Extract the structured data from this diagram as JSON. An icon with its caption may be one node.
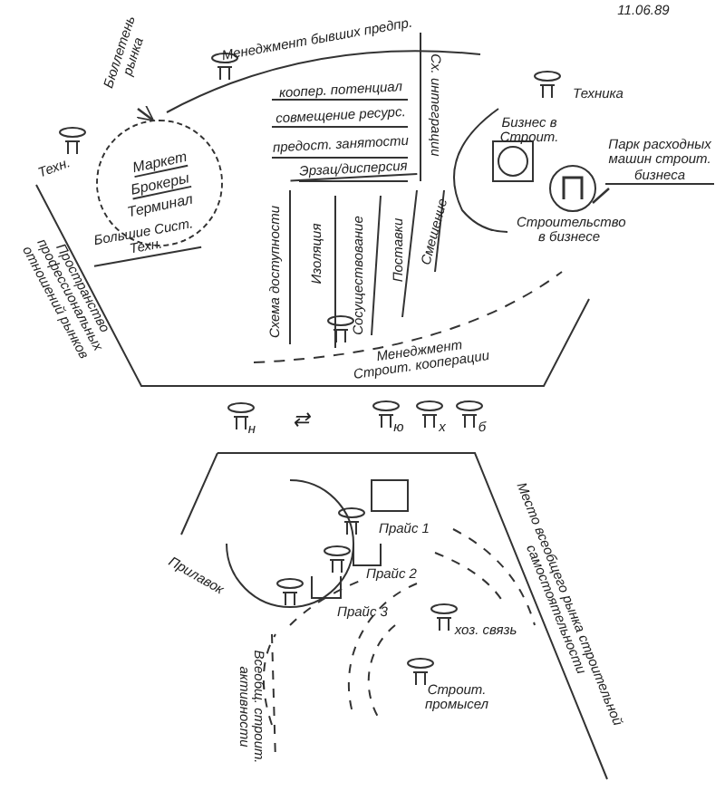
{
  "diagram": {
    "nodes": [
      {
        "text": [
          "Маркет",
          "Брокеры",
          "Терминал"
        ]
      },
      {
        "text": [
          "Бюллетень рынка"
        ]
      },
      {
        "text": [
          "Строительство в бизнесе"
        ]
      },
      {
        "text": [
          "Парк расходных машин строит. бизнеса"
        ]
      }
    ],
    "edges": [
      {
        "from": 1,
        "to": 0,
        "arrow": "to"
      },
      {
        "from": 3,
        "to": 2,
        "arrow": "none"
      }
    ],
    "labels": [
      "11.06.89",
      "Техн.",
      "Большие Сист. Техн.",
      "Менеджмент бывших предпр.",
      "коопер. потенциал",
      "совмещение ресурс.",
      "предост. занятости",
      "Эрзац/дисперсия",
      "Сх. интеграции",
      "Схема доступности",
      "Изоляция",
      "Сосуществование",
      "Поставки",
      "Смешение",
      "Менеджмент Строит. кооперации",
      "Техника",
      "Бизнес в Строит.",
      "Пространство профессиональных отношений рынков",
      "н",
      "⇄",
      "ю",
      "х",
      "б",
      "Место всеобщего рынка строительной самостоятельности",
      "Прилавок",
      "Прайс 1",
      "Прайс 2",
      "Прайс 3",
      "хоз. связь",
      "Строит. промысел",
      "Всеобщ. строит. активности"
    ]
  }
}
